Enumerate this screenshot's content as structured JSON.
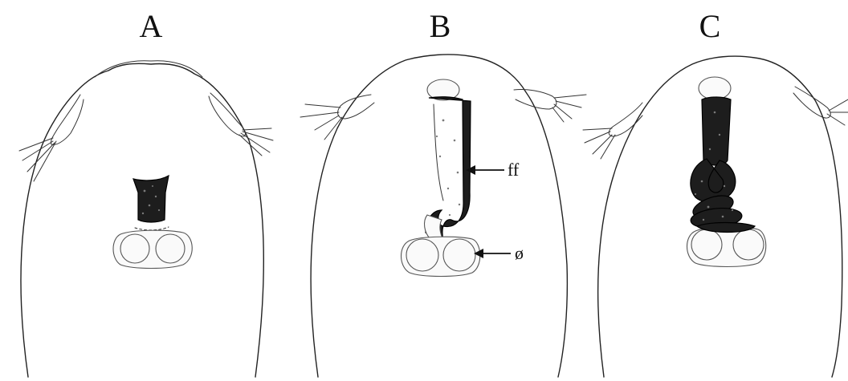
{
  "panels": [
    {
      "letter": "A"
    },
    {
      "letter": "B"
    },
    {
      "letter": "C"
    }
  ],
  "callouts": [
    {
      "label": "ff"
    },
    {
      "label": "ø"
    }
  ]
}
